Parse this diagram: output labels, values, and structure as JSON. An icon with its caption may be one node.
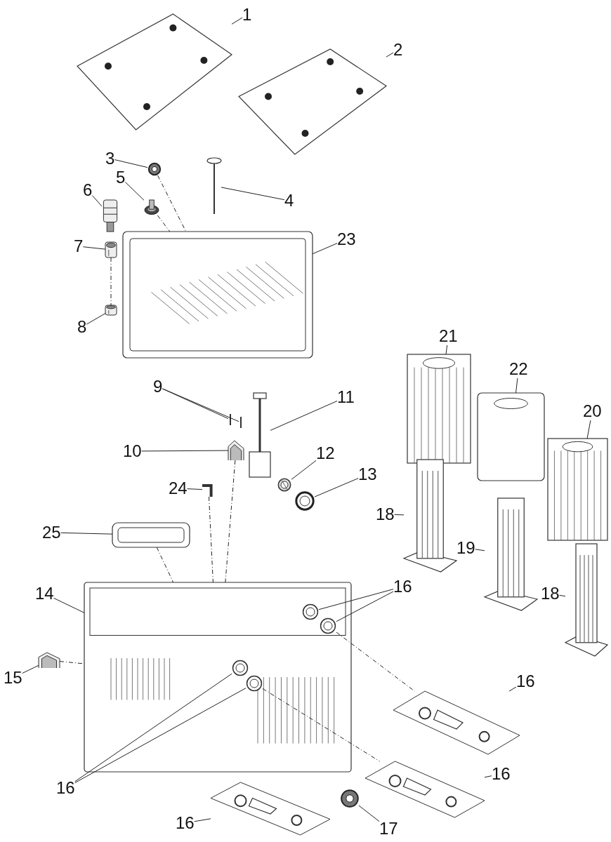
{
  "diagram": {
    "nodes": [
      {
        "text": [
          "1"
        ]
      },
      {
        "text": [],
        "shape": "picture"
      },
      {
        "text": [
          "2"
        ]
      },
      {
        "text": [],
        "shape": "picture"
      },
      {
        "text": [
          "3"
        ]
      },
      {
        "text": [],
        "shape": "picture"
      },
      {
        "text": [
          "4"
        ]
      },
      {
        "text": [],
        "shape": "picture"
      },
      {
        "text": [
          "5"
        ]
      },
      {
        "text": [],
        "shape": "picture"
      },
      {
        "text": [
          "6"
        ]
      },
      {
        "text": [],
        "shape": "picture"
      },
      {
        "text": [
          "7"
        ]
      },
      {
        "text": [],
        "shape": "picture"
      },
      {
        "text": [
          "8"
        ]
      },
      {
        "text": [],
        "shape": "picture"
      },
      {
        "text": [
          "23"
        ]
      },
      {
        "text": [],
        "shape": "picture"
      },
      {
        "text": [
          "21"
        ]
      },
      {
        "text": [],
        "shape": "picture"
      },
      {
        "text": [
          "22"
        ]
      },
      {
        "text": [],
        "shape": "picture"
      },
      {
        "text": [
          "9"
        ]
      },
      {
        "text": [],
        "shape": "picture"
      },
      {
        "text": [],
        "shape": "picture"
      },
      {
        "text": [
          "11"
        ]
      },
      {
        "text": [],
        "shape": "picture"
      },
      {
        "text": [
          "20"
        ]
      },
      {
        "text": [],
        "shape": "picture"
      },
      {
        "text": [
          "10"
        ]
      },
      {
        "text": [],
        "shape": "picture"
      },
      {
        "text": [
          "12"
        ]
      },
      {
        "text": [],
        "shape": "picture"
      },
      {
        "text": [
          "13"
        ]
      },
      {
        "text": [],
        "shape": "picture"
      },
      {
        "text": [
          "24"
        ]
      },
      {
        "text": [],
        "shape": "picture"
      },
      {
        "text": [
          "18"
        ]
      },
      {
        "text": [],
        "shape": "picture"
      },
      {
        "text": [
          "25"
        ]
      },
      {
        "text": [],
        "shape": "picture"
      },
      {
        "text": [
          "19"
        ]
      },
      {
        "text": [],
        "shape": "picture"
      },
      {
        "text": [
          "14"
        ]
      },
      {
        "text": [],
        "shape": "picture"
      },
      {
        "text": [
          "16"
        ]
      },
      {
        "text": [],
        "shape": "picture",
        "in": 44
      },
      {
        "text": [],
        "shape": "picture",
        "in": 44
      },
      {
        "text": [
          "18"
        ]
      },
      {
        "text": [],
        "shape": "picture"
      },
      {
        "text": [
          "15"
        ]
      },
      {
        "text": [],
        "shape": "picture"
      },
      {
        "text": [
          "16"
        ]
      },
      {
        "text": [],
        "shape": "picture"
      },
      {
        "text": [
          "16"
        ]
      },
      {
        "text": [],
        "shape": "picture"
      },
      {
        "text": [
          "16"
        ]
      },
      {
        "text": [],
        "shape": "picture",
        "in": 44
      },
      {
        "text": [],
        "shape": "picture",
        "in": 44
      },
      {
        "text": [
          "16"
        ]
      },
      {
        "text": [],
        "shape": "picture"
      },
      {
        "text": [
          "17"
        ]
      },
      {
        "text": [],
        "shape": "picture"
      }
    ],
    "edges": [
      {
        "from": 0,
        "to": 1,
        "arrow": "none"
      },
      {
        "from": 2,
        "to": 3,
        "arrow": "none"
      },
      {
        "from": 4,
        "to": 5,
        "arrow": "none"
      },
      {
        "from": 6,
        "to": 7,
        "arrow": "none"
      },
      {
        "from": 8,
        "to": 9,
        "arrow": "none"
      },
      {
        "from": 10,
        "to": 11,
        "arrow": "none"
      },
      {
        "from": 12,
        "to": 13,
        "arrow": "none"
      },
      {
        "from": 14,
        "to": 15,
        "arrow": "none"
      },
      {
        "from": 16,
        "to": 17,
        "arrow": "none"
      },
      {
        "from": 18,
        "to": 19,
        "arrow": "none"
      },
      {
        "from": 20,
        "to": 21,
        "arrow": "none"
      },
      {
        "from": 22,
        "to": 23,
        "arrow": "none"
      },
      {
        "from": 22,
        "to": 24,
        "arrow": "none"
      },
      {
        "from": 25,
        "to": 26,
        "arrow": "none"
      },
      {
        "from": 27,
        "to": 28,
        "arrow": "none"
      },
      {
        "from": 29,
        "to": 30,
        "arrow": "none"
      },
      {
        "from": 31,
        "to": 32,
        "arrow": "none"
      },
      {
        "from": 33,
        "to": 34,
        "arrow": "none"
      },
      {
        "from": 35,
        "to": 36,
        "arrow": "none"
      },
      {
        "from": 37,
        "to": 38,
        "arrow": "none"
      },
      {
        "from": 39,
        "to": 40,
        "arrow": "none"
      },
      {
        "from": 41,
        "to": 42,
        "arrow": "none"
      },
      {
        "from": 43,
        "to": 44,
        "arrow": "none"
      },
      {
        "from": 45,
        "to": 46,
        "arrow": "none"
      },
      {
        "from": 45,
        "to": 47,
        "arrow": "none"
      },
      {
        "from": 48,
        "to": 49,
        "arrow": "none"
      },
      {
        "from": 50,
        "to": 51,
        "arrow": "none"
      },
      {
        "from": 52,
        "to": 53,
        "arrow": "none"
      },
      {
        "from": 54,
        "to": 55,
        "arrow": "none"
      },
      {
        "from": 56,
        "to": 57,
        "arrow": "none"
      },
      {
        "from": 56,
        "to": 58,
        "arrow": "none"
      },
      {
        "from": 59,
        "to": 60,
        "arrow": "none"
      },
      {
        "from": 61,
        "to": 62,
        "arrow": "none"
      },
      {
        "from": 5,
        "to": 17,
        "arrow": "none",
        "style": "dashed"
      },
      {
        "from": 9,
        "to": 17,
        "arrow": "none",
        "style": "dashed"
      },
      {
        "from": 13,
        "to": 15,
        "arrow": "none",
        "style": "dashed"
      },
      {
        "from": 30,
        "to": 44,
        "arrow": "none",
        "style": "dashed"
      },
      {
        "from": 36,
        "to": 44,
        "arrow": "none",
        "style": "dashed"
      },
      {
        "from": 40,
        "to": 44,
        "arrow": "none",
        "style": "dashed"
      },
      {
        "from": 51,
        "to": 44,
        "arrow": "none",
        "style": "dashed"
      },
      {
        "from": 47,
        "to": 53,
        "arrow": "none",
        "style": "dashed"
      },
      {
        "from": 58,
        "to": 55,
        "arrow": "none",
        "style": "dashed"
      }
    ]
  }
}
